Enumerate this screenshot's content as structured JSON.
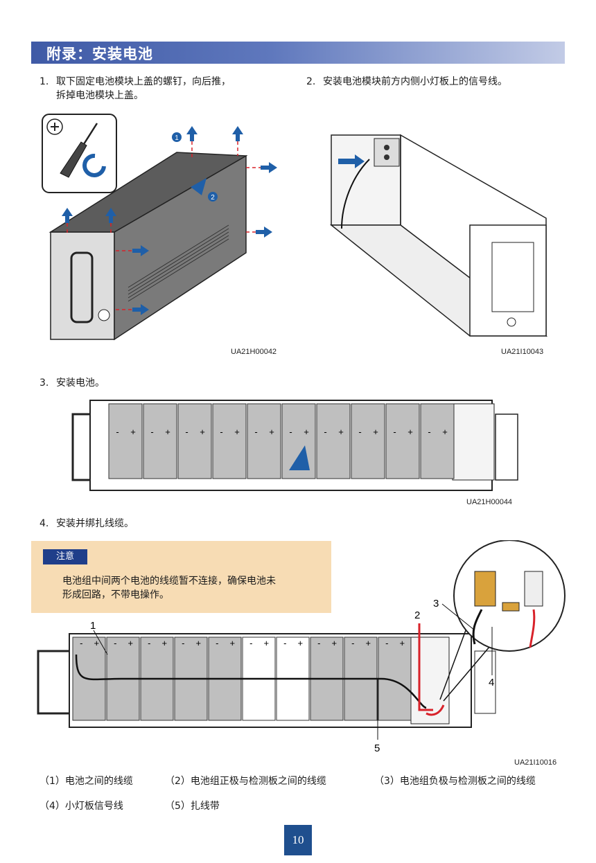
{
  "header": {
    "title": "附录：安装电池"
  },
  "steps": {
    "s1": {
      "num": "1.",
      "line1": "取下固定电池模块上盖的螺钉，向后推，",
      "line2": "拆掉电池模块上盖。"
    },
    "s2": {
      "num": "2.",
      "text": "安装电池模块前方内侧小灯板上的信号线。"
    },
    "s3": {
      "num": "3.",
      "text": "安装电池。"
    },
    "s4": {
      "num": "4.",
      "text": "安装并绑扎线缆。"
    }
  },
  "figures": {
    "fig1_code": "UA21H00042",
    "fig2_code": "UA21I10043",
    "fig3_code": "UA21H00044",
    "fig4_code": "UA21I10016",
    "fig1_callouts": [
      "1",
      "2"
    ],
    "fig4_callouts": [
      "1",
      "2",
      "3",
      "4",
      "5"
    ],
    "terminal_minus": "-",
    "terminal_plus": "+"
  },
  "note": {
    "tag": "注意",
    "line1": "电池组中间两个电池的线缆暂不连接，确保电池未",
    "line2": "形成回路，不带电操作。"
  },
  "legend": {
    "item1": "（1）电池之间的线缆",
    "item2": "（2）电池组正极与检测板之间的线缆",
    "item3": "（3）电池组负极与检测板之间的线缆",
    "item4": "（4）小灯板信号线",
    "item5": "（5）扎线带"
  },
  "colors": {
    "arrow": "#1f5fa8",
    "cable_red": "#d8222a",
    "note_bg": "#f7dcb4",
    "tag_bg": "#1f3e8a"
  },
  "footer": {
    "page_number": "10"
  }
}
